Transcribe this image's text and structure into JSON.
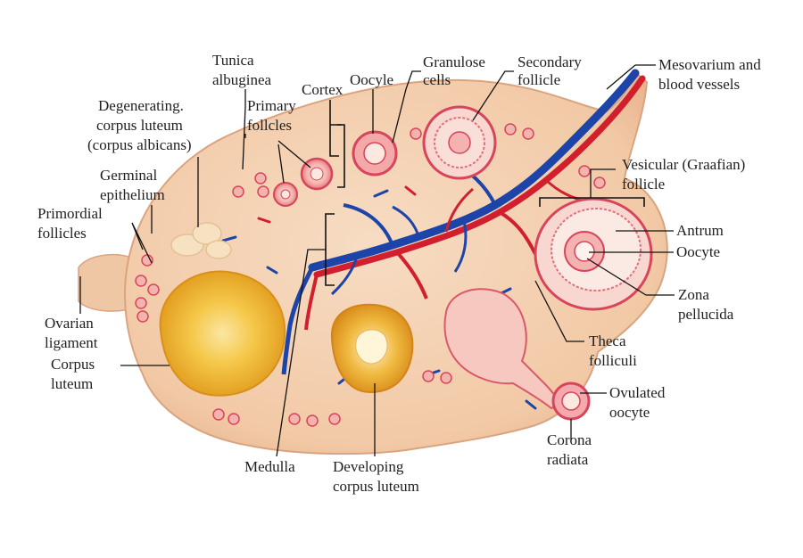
{
  "labels": {
    "tunica_albuginea": [
      "Tunica",
      "albuginea"
    ],
    "degenerating_corpus_luteum": [
      "Degenerating.",
      "corpus luteum",
      "(corpus albicans)"
    ],
    "primary_follicles": [
      "Primary",
      "follcles"
    ],
    "cortex": "Cortex",
    "oocyte_top": "Oocyle",
    "granulose_cells": [
      "Granulose",
      "cells"
    ],
    "secondary_follicle": [
      "Secondary",
      "follicle"
    ],
    "mesovarium": [
      "Mesovarium and",
      "blood vessels"
    ],
    "germinal_epithelium": [
      "Germinal",
      "epithelium"
    ],
    "primordial_follicles": [
      "Primordial",
      "follicles"
    ],
    "vesicular_follicle": [
      "Vesicular (Graafian)",
      "follicle"
    ],
    "antrum": "Antrum",
    "oocyte_right": "Oocyte",
    "zona_pellucida": [
      "Zona",
      "pellucida"
    ],
    "ovarian_ligament": [
      "Ovarian",
      "ligament"
    ],
    "corpus_luteum": [
      "Corpus",
      "luteum"
    ],
    "theca_folliculi": [
      "Theca",
      "folliculi"
    ],
    "ovulated_oocyte": [
      "Ovulated",
      "oocyte"
    ],
    "corona_radiata": [
      "Corona",
      "radiata"
    ],
    "medulla": "Medulla",
    "developing_corpus_luteum": [
      "Developing",
      "corpus luteum"
    ]
  },
  "colors": {
    "ovary_fill": "#f2cba8",
    "ovary_edge": "#d9a47f",
    "follicle_ring": "#d8455b",
    "follicle_core": "#f4a9a8",
    "corpus_luteum": "#f0b627",
    "artery": "#d21f2d",
    "vein": "#1d44a8"
  }
}
